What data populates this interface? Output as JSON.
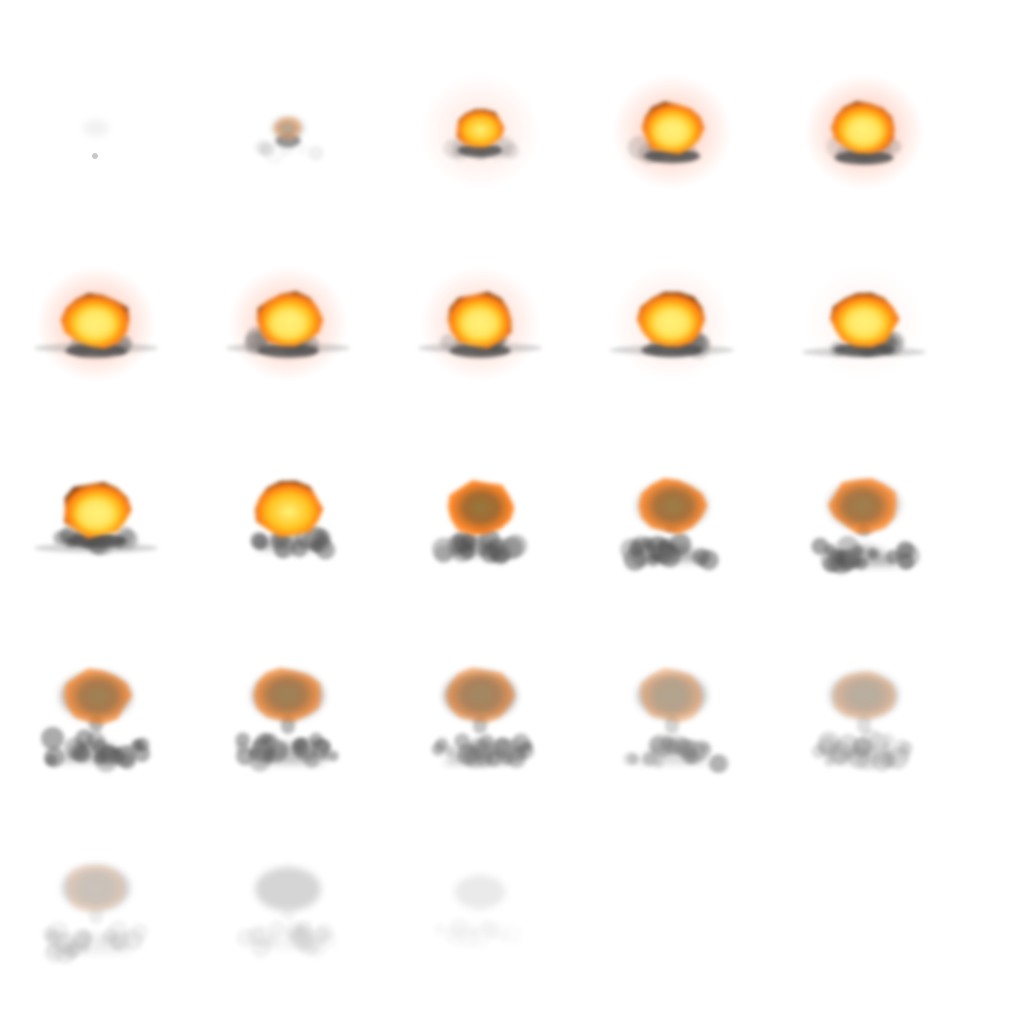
{
  "sprite_sheet": {
    "columns": 5,
    "rows": 5,
    "background": "#ffffff",
    "colors": {
      "core": "#fff27a",
      "fire": "#ffc21e",
      "fire_edge": "#ff7a12",
      "rim": "#5a2a10",
      "glow": "#ff6a3a",
      "smoke": "#4f4f4f",
      "smoke_light": "#8a8a8a"
    },
    "frames": [
      {
        "index": 1,
        "fire": 0.0,
        "cap": 0.3,
        "glow": 0.0,
        "smoke": 0.0,
        "stem": 0.0,
        "fade": 0.25,
        "puff": 0.45
      },
      {
        "index": 2,
        "fire": 0.35,
        "cap": 0.35,
        "glow": 0.0,
        "smoke": 0.12,
        "stem": 0.0,
        "fade": 0.7,
        "puff": 0.55
      },
      {
        "index": 3,
        "fire": 0.85,
        "cap": 0.62,
        "glow": 0.4,
        "smoke": 0.25,
        "stem": 0.0,
        "fade": 1.0,
        "puff": 0.0
      },
      {
        "index": 4,
        "fire": 1.0,
        "cap": 0.78,
        "glow": 0.9,
        "smoke": 0.35,
        "stem": 0.0,
        "fade": 1.0,
        "puff": 0.0
      },
      {
        "index": 5,
        "fire": 1.0,
        "cap": 0.82,
        "glow": 1.0,
        "smoke": 0.4,
        "stem": 0.0,
        "fade": 1.0,
        "puff": 0.0
      },
      {
        "index": 6,
        "fire": 1.0,
        "cap": 0.85,
        "glow": 1.0,
        "smoke": 0.5,
        "stem": 0.0,
        "fade": 1.0,
        "puff": 0.0
      },
      {
        "index": 7,
        "fire": 1.0,
        "cap": 0.85,
        "glow": 0.9,
        "smoke": 0.55,
        "stem": 0.0,
        "fade": 1.0,
        "puff": 0.0
      },
      {
        "index": 8,
        "fire": 1.0,
        "cap": 0.85,
        "glow": 0.7,
        "smoke": 0.6,
        "stem": 0.0,
        "fade": 1.0,
        "puff": 0.0
      },
      {
        "index": 9,
        "fire": 1.0,
        "cap": 0.85,
        "glow": 0.4,
        "smoke": 0.65,
        "stem": 0.05,
        "fade": 1.0,
        "puff": 0.0
      },
      {
        "index": 10,
        "fire": 0.95,
        "cap": 0.85,
        "glow": 0.2,
        "smoke": 0.7,
        "stem": 0.1,
        "fade": 1.0,
        "puff": 0.0
      },
      {
        "index": 11,
        "fire": 0.9,
        "cap": 0.85,
        "glow": 0.0,
        "smoke": 0.8,
        "stem": 0.2,
        "fade": 1.0,
        "puff": 0.0
      },
      {
        "index": 12,
        "fire": 0.85,
        "cap": 0.85,
        "glow": 0.0,
        "smoke": 0.85,
        "stem": 0.3,
        "fade": 1.0,
        "puff": 0.0
      },
      {
        "index": 13,
        "fire": 0.75,
        "cap": 0.85,
        "glow": 0.0,
        "smoke": 0.9,
        "stem": 0.45,
        "fade": 1.0,
        "puff": 0.0
      },
      {
        "index": 14,
        "fire": 0.65,
        "cap": 0.85,
        "glow": 0.0,
        "smoke": 0.9,
        "stem": 0.6,
        "fade": 1.0,
        "puff": 0.0
      },
      {
        "index": 15,
        "fire": 0.6,
        "cap": 0.85,
        "glow": 0.0,
        "smoke": 0.9,
        "stem": 0.7,
        "fade": 1.0,
        "puff": 0.0
      },
      {
        "index": 16,
        "fire": 0.5,
        "cap": 0.85,
        "glow": 0.0,
        "smoke": 0.85,
        "stem": 0.8,
        "fade": 1.0,
        "puff": 0.0
      },
      {
        "index": 17,
        "fire": 0.45,
        "cap": 0.85,
        "glow": 0.0,
        "smoke": 0.8,
        "stem": 0.85,
        "fade": 1.0,
        "puff": 0.0
      },
      {
        "index": 18,
        "fire": 0.35,
        "cap": 0.85,
        "glow": 0.0,
        "smoke": 0.7,
        "stem": 0.85,
        "fade": 0.95,
        "puff": 0.0
      },
      {
        "index": 19,
        "fire": 0.25,
        "cap": 0.82,
        "glow": 0.0,
        "smoke": 0.55,
        "stem": 0.85,
        "fade": 0.85,
        "puff": 0.0
      },
      {
        "index": 20,
        "fire": 0.18,
        "cap": 0.8,
        "glow": 0.0,
        "smoke": 0.45,
        "stem": 0.85,
        "fade": 0.75,
        "puff": 0.0
      },
      {
        "index": 21,
        "fire": 0.1,
        "cap": 0.8,
        "glow": 0.0,
        "smoke": 0.35,
        "stem": 0.8,
        "fade": 0.55,
        "puff": 0.0
      },
      {
        "index": 22,
        "fire": 0.0,
        "cap": 0.78,
        "glow": 0.0,
        "smoke": 0.28,
        "stem": 0.7,
        "fade": 0.4,
        "puff": 0.0
      },
      {
        "index": 23,
        "fire": 0.0,
        "cap": 0.6,
        "glow": 0.0,
        "smoke": 0.18,
        "stem": 0.4,
        "fade": 0.2,
        "puff": 0.0
      },
      {
        "index": 24,
        "fire": 0.0,
        "cap": 0.0,
        "glow": 0.0,
        "smoke": 0.0,
        "stem": 0.0,
        "fade": 0.04,
        "puff": 0.0
      },
      {
        "index": 25,
        "fire": 0.0,
        "cap": 0.0,
        "glow": 0.0,
        "smoke": 0.0,
        "stem": 0.0,
        "fade": 0.0,
        "puff": 0.0
      }
    ]
  }
}
